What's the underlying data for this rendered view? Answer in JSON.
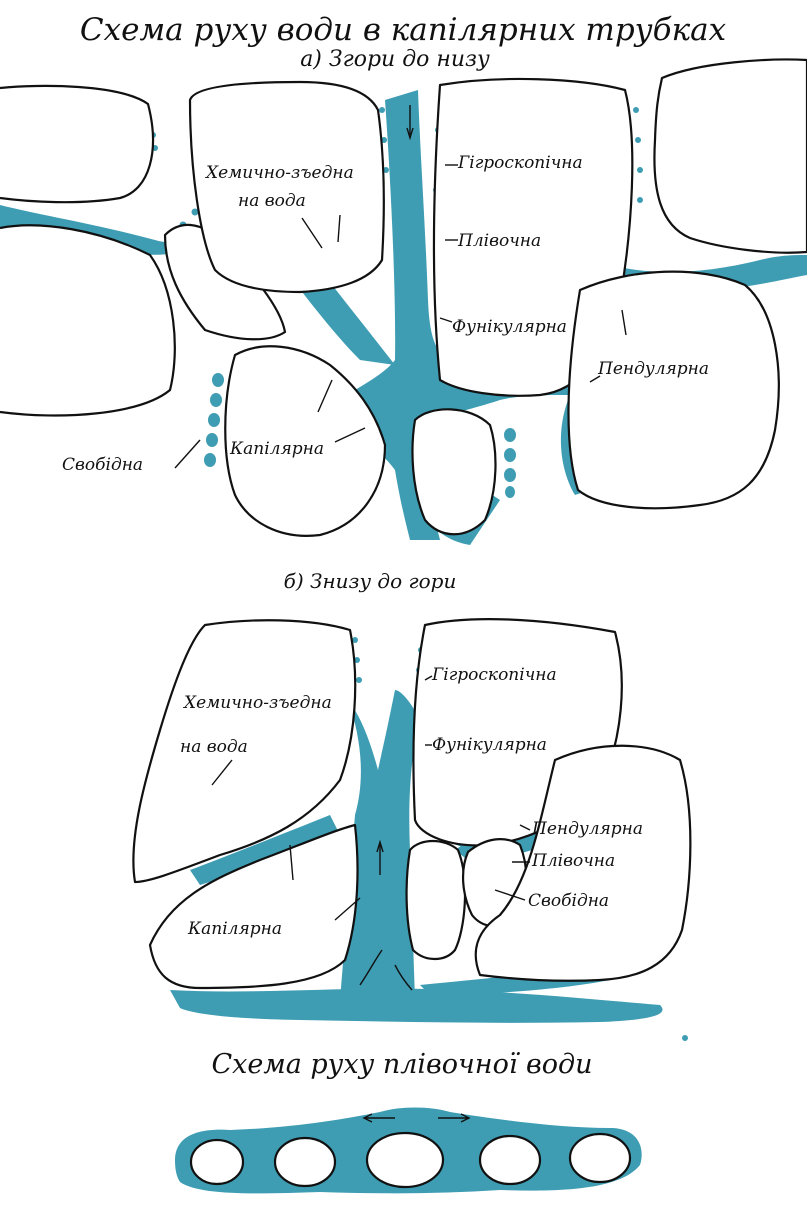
{
  "title": "Схема руху води в капілярних трубках",
  "section_a": "а) Згори до низу",
  "section_b": "б) Знизу до гори",
  "bottom_title": "Схема руху плівочної води",
  "labels_a": {
    "hygroscopic": "Гігроскопічна",
    "film": "Плівочна",
    "funicular": "Фунікулярна",
    "pendular": "Пендулярна",
    "capillary": "Капілярна",
    "free": "Свобідна",
    "chem_line1": "Хемично-зъедна",
    "chem_line2": "на вода"
  },
  "labels_b": {
    "hygroscopic": "Гігроскопічна",
    "funicular": "Фунікулярна",
    "pendular": "Пендулярна",
    "film": "Плівочна",
    "free": "Свобідна",
    "capillary": "Капілярна",
    "chem_line1": "Хемично-зъедна",
    "chem_line2": "на вода"
  },
  "colors": {
    "water": "#3e9db3",
    "outline": "#111111",
    "background": "#ffffff"
  }
}
